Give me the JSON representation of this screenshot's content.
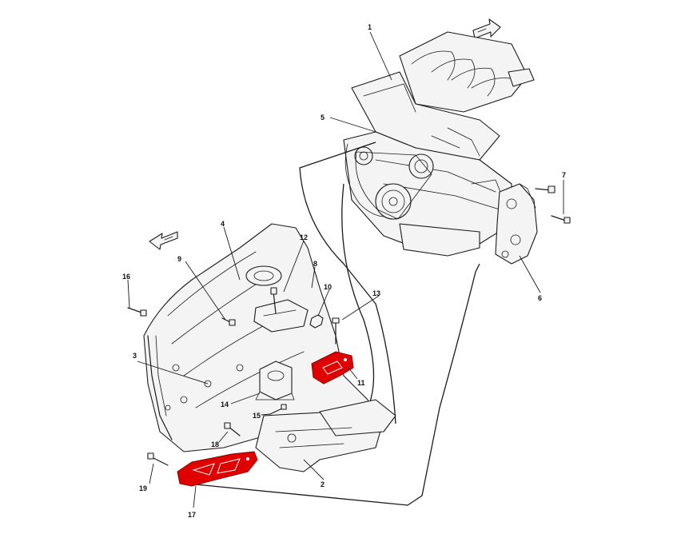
{
  "diagram": {
    "highlight_color": "#e00000",
    "line_color": "#1a1a1a",
    "background": "#ffffff",
    "callouts": {
      "c1": "1",
      "c2": "2",
      "c3": "3",
      "c4": "4",
      "c5": "5",
      "c6": "6",
      "c7": "7",
      "c8": "8",
      "c9": "9",
      "c10": "10",
      "c11": "11",
      "c12": "12",
      "c13": "13",
      "c14": "14",
      "c15": "15",
      "c16": "16",
      "c17": "17",
      "c18": "18",
      "c19": "19"
    },
    "direction_arrows": [
      "forward-arrow-icon",
      "forward-arrow-icon"
    ]
  }
}
